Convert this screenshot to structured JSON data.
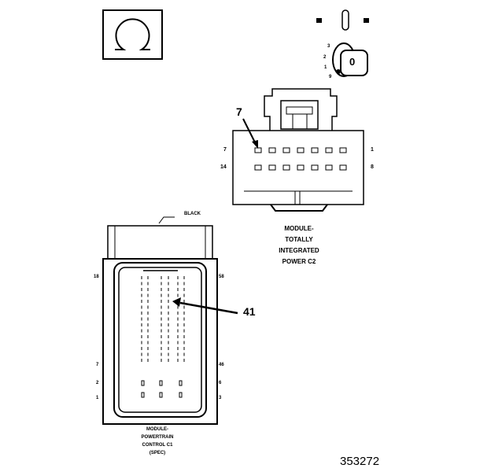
{
  "ignition_switch": {
    "positions": [
      "3",
      "2",
      "1",
      "9"
    ],
    "key_label": "0"
  },
  "connector_c2": {
    "name_lines": [
      "MODULE-",
      "TOTALLY",
      "INTEGRATED",
      "POWER C2"
    ],
    "pin_labels": {
      "top_left": "7",
      "top_right": "1",
      "bottom_left": "14",
      "bottom_right": "8"
    },
    "callout": "7"
  },
  "connector_c1": {
    "color": "BLACK",
    "name_lines": [
      "MODULE-",
      "POWERTRAIN",
      "CONTROL C1",
      "(SPEC)"
    ],
    "pin_labels": {
      "left": [
        "18",
        "7",
        "2",
        "1"
      ],
      "right": [
        "58",
        "46",
        "6",
        "3"
      ]
    },
    "callout": "41"
  },
  "document_number": "353272"
}
